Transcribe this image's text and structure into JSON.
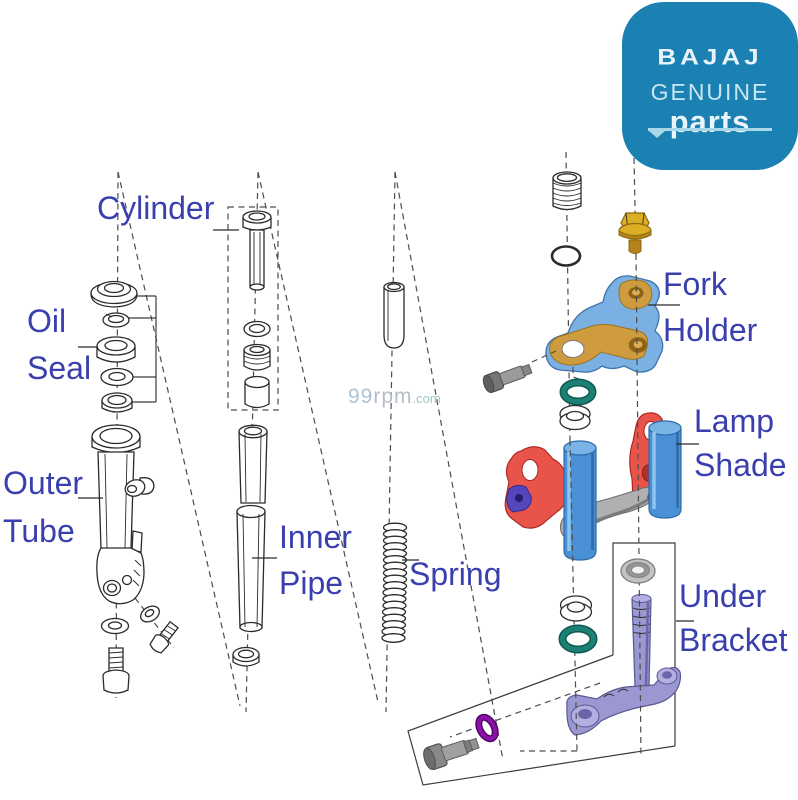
{
  "logo": {
    "brand": "BAJAJ",
    "genuine": "GENUINE",
    "parts": "parts",
    "bg_color": "#1b80b2",
    "brand_color": "#e9f5fa",
    "genuine_color": "#c5e6f2",
    "parts_color": "#e9f5fa",
    "underline_color": "#a8d8ea"
  },
  "watermark": {
    "part1": "99",
    "part2": "rpm",
    "part3": ".com",
    "color1": "#a9c3dd",
    "color2": "#b4bcc6",
    "color3": "#98c8c6"
  },
  "labels": {
    "color": "#3a3fae",
    "cylinder": "Cylinder",
    "oil": "Oil",
    "seal": "Seal",
    "outer": "Outer",
    "tube": "Tube",
    "inner": "Inner",
    "pipe": "Pipe",
    "spring": "Spring",
    "fork": "Fork",
    "holder": "Holder",
    "lamp": "Lamp",
    "shade": "Shade",
    "under": "Under",
    "bracket": "Bracket"
  },
  "colors": {
    "line_art": "#2b2b2b",
    "dash_line": "#4d4d4d",
    "gold": "#dcae24",
    "gold_dark": "#b3831a",
    "holder_blue": "#7ab0e2",
    "tan": "#cf9b3f",
    "tan_dark": "#8f6212",
    "tan_light": "#d9ad52",
    "red": "#e8544a",
    "red_recess": "#b5302a",
    "clamp_blue": "#5546bd",
    "pink_dot": "#c2399e",
    "tube_blue": "#4a90d5",
    "tube_blue_top": "#79b4e6",
    "gray_arm": "#b0b0b0",
    "purple": "#9b97d0",
    "purple_light": "#b3afe0",
    "teal": "#1d8075",
    "magenta": "#8a12a8",
    "seal_gray": "#c2c2c2"
  }
}
